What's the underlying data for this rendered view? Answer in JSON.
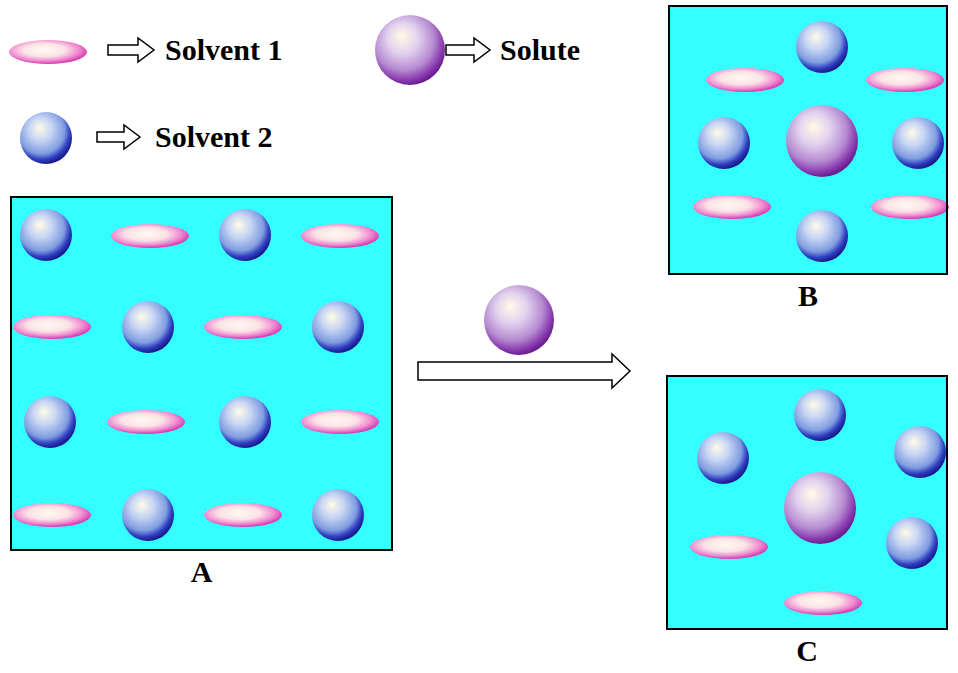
{
  "diagram": {
    "nodes": [
      {
        "text": [
          "A"
        ]
      },
      {
        "text": [
          "B"
        ]
      },
      {
        "text": [
          "C"
        ]
      }
    ],
    "legend": [
      {
        "text": "Solvent 1"
      },
      {
        "text": "Solute"
      },
      {
        "text": "Solvent 2"
      }
    ]
  }
}
